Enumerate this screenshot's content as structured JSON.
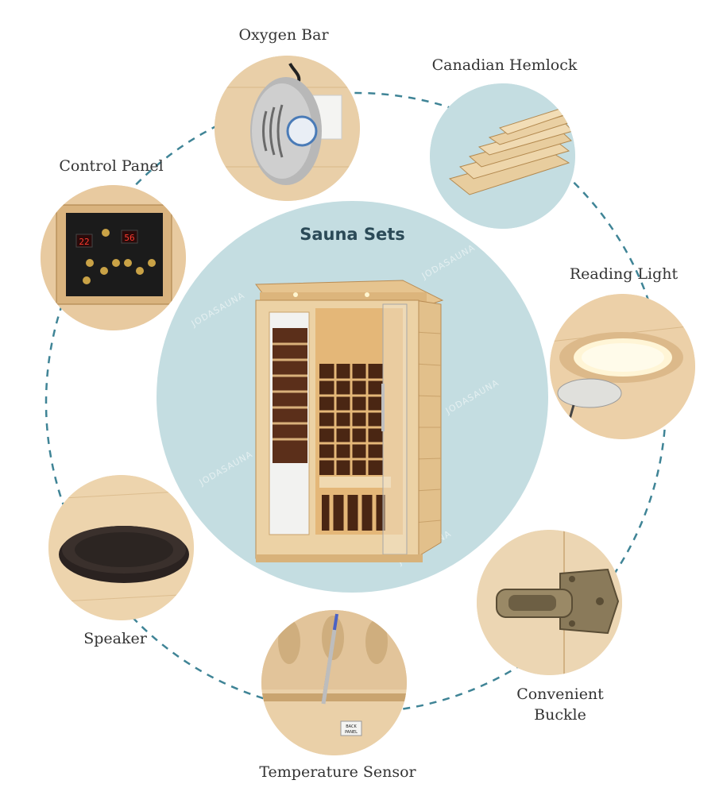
{
  "center": {
    "title": "Sauna Sets",
    "watermark": "JODASAUNA"
  },
  "features": {
    "oxygen_bar": "Oxygen Bar",
    "canadian_hemlock": "Canadian Hemlock",
    "control_panel": "Control Panel",
    "reading_light": "Reading Light",
    "speaker": "Speaker",
    "convenient_buckle_line1": "Convenient",
    "convenient_buckle_line2": "Buckle",
    "temperature_sensor": "Temperature Sensor"
  },
  "control_panel_display": {
    "left": "22",
    "right": "56"
  },
  "sensor_tag": {
    "line1": "BACK",
    "line2": "PANEL"
  },
  "colors": {
    "ring": "#3f8496",
    "disc": "#c4dde1",
    "title": "#2b4a57",
    "wood": "#e8c99a"
  }
}
